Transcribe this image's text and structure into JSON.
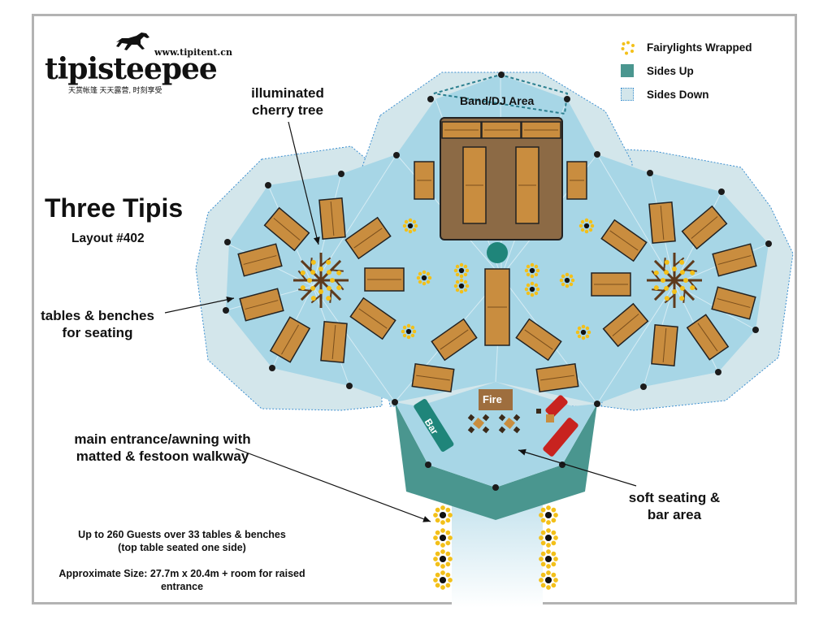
{
  "logo": {
    "brand": "tipisteepee",
    "url": "www.tipitent.cn",
    "subtitle": "天赏帐篷 天天露营, 时刻享受",
    "horse_icon": "horse-icon"
  },
  "title": {
    "main": "Three Tipis",
    "layout": "Layout #402"
  },
  "legend": [
    {
      "label": "Fairylights Wrapped",
      "icon": "fairylights-icon"
    },
    {
      "label": "Sides Up",
      "icon": "sides-up-swatch",
      "color": "#4a968f"
    },
    {
      "label": "Sides Down",
      "icon": "sides-down-swatch",
      "color": "#d3e6eb"
    }
  ],
  "labels": {
    "band_area": "Band/DJ Area",
    "bar": "Bar",
    "fire": "Fire",
    "cherry_tree": "illuminated cherry tree",
    "seating": "tables & benches for seating",
    "entrance": "main entrance/awning with matted & festoon walkway",
    "soft_seating": "soft seating & bar area"
  },
  "info": {
    "guests": "Up to 260 Guests over 33 tables & benches",
    "guests_note": "(top table seated one side)",
    "size": "Approximate Size: 27.7m x 20.4m + room for raised entrance"
  },
  "colors": {
    "sides_down": "#d3e6eb",
    "sides_up_floor": "#a7d6e6",
    "awning": "#4a968f",
    "table": "#c98d3f",
    "stage": "#8c6a45",
    "fire": "#9e6e3e",
    "sofa": "#c8231f",
    "fairy": "#f3c019"
  }
}
